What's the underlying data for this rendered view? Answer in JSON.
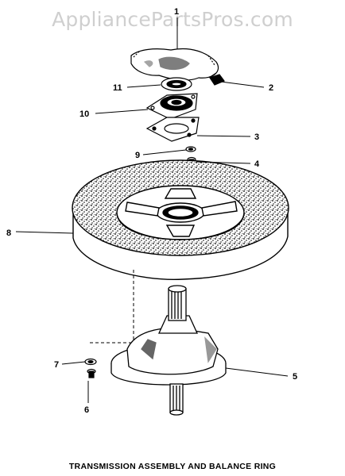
{
  "watermark": "AppliancePartsPros.com",
  "caption": "TRANSMISSION ASSEMBLY AND BALANCE RING",
  "callouts": {
    "c1": "1",
    "c2": "2",
    "c3": "3",
    "c4": "4",
    "c5": "5",
    "c6": "6",
    "c7": "7",
    "c8": "8",
    "c9": "9",
    "c10": "10",
    "c11": "11"
  }
}
